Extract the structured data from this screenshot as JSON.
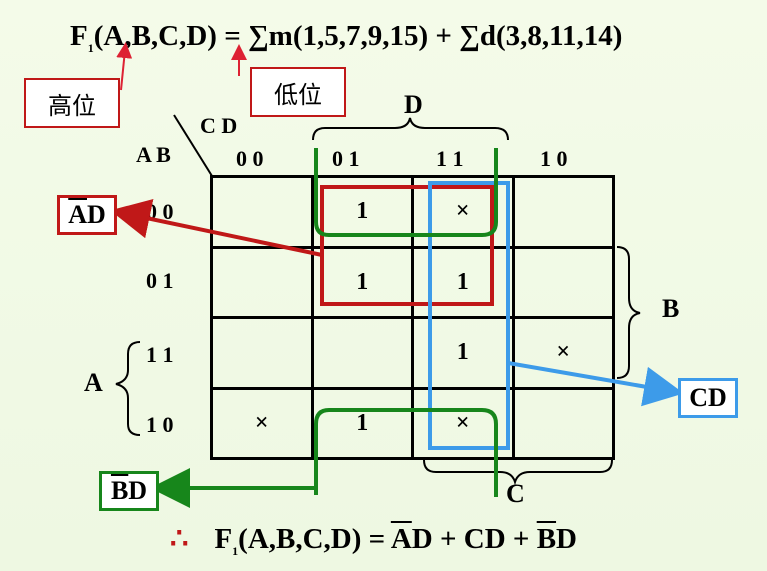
{
  "formula_top": {
    "lhs": "F(A,B,C,D)",
    "f_letter": "F",
    "f_sub": "1",
    "args": "(A,B,C,D)",
    "rhs": "= ∑m(1,5,7,9,15) + ∑d(3,8,11,14)"
  },
  "labels": {
    "high_bit": "高位",
    "low_bit": "低位"
  },
  "kmap": {
    "corner_cd": "C D",
    "corner_ab": "A B",
    "col_headers": [
      "0 0",
      "0 1",
      "1 1",
      "1 0"
    ],
    "row_headers": [
      "0 0",
      "0 1",
      "1 1",
      "1 0"
    ],
    "cells": [
      [
        "",
        "1",
        "×",
        ""
      ],
      [
        "",
        "1",
        "1",
        ""
      ],
      [
        "",
        "",
        "1",
        "×"
      ],
      [
        "×",
        "1",
        "×",
        ""
      ]
    ],
    "brace_d": "D",
    "brace_b": "B",
    "brace_a": "A",
    "brace_c": "C"
  },
  "terms": {
    "ad": {
      "a": "A",
      "d": "D"
    },
    "cd": "CD",
    "bd": {
      "b": "B",
      "d": "D"
    }
  },
  "colors": {
    "red": "#c01818",
    "blue": "#3d9be9",
    "green": "#17861b"
  },
  "result": {
    "therefore": "∴",
    "f_letter": "F",
    "f_sub": "1",
    "args": "(A,B,C,D) =",
    "t1a": "A",
    "t1b": "D",
    "plus1": "+",
    "t2": "CD",
    "plus2": "+",
    "t3a": "B",
    "t3b": "D"
  }
}
